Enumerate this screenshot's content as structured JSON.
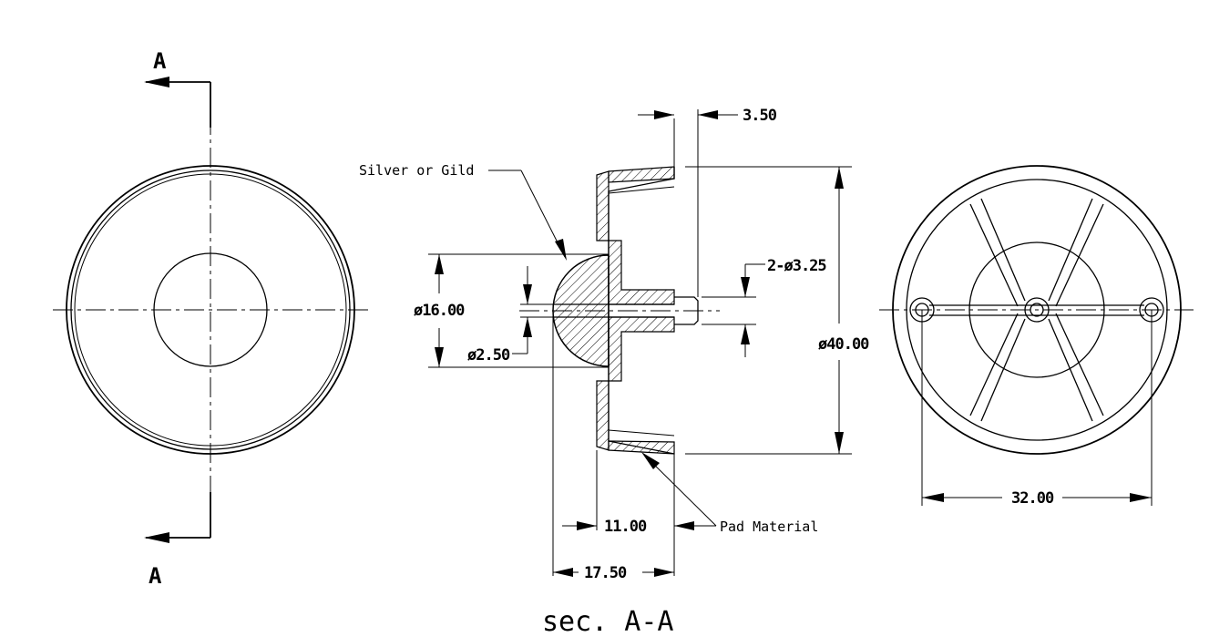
{
  "section_marks": {
    "top": "A",
    "bottom": "A"
  },
  "labels": {
    "finish": "Silver or Gild",
    "pad": "Pad Material",
    "title": "sec. A-A"
  },
  "dimensions": {
    "wall_gap": "3.50",
    "holes": "2-ø3.25",
    "dome_dia": "ø16.00",
    "pin_dia": "ø2.50",
    "outer_dia": "ø40.00",
    "depth_body": "11.00",
    "depth_total": "17.50",
    "hole_spacing": "32.00"
  }
}
